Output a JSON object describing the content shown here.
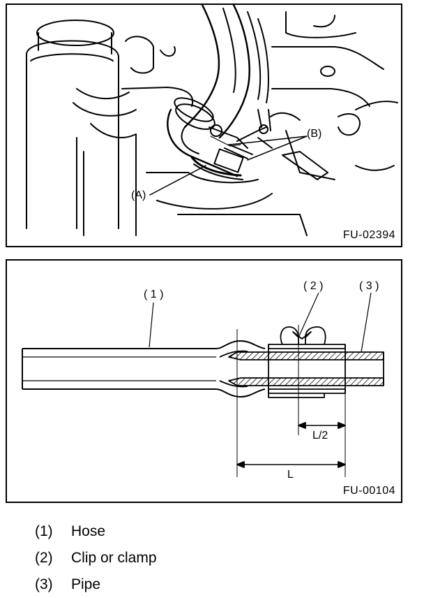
{
  "figure_top": {
    "code": "FU-02394",
    "label_a": "(A)",
    "label_b": "(B)"
  },
  "figure_bottom": {
    "code": "FU-00104",
    "callout_1": "( 1 )",
    "callout_2": "( 2 )",
    "callout_3": "( 3 )",
    "dim_half": "L/2",
    "dim_full": "L"
  },
  "legend": [
    {
      "num": "(1)",
      "text": "Hose"
    },
    {
      "num": "(2)",
      "text": "Clip or clamp"
    },
    {
      "num": "(3)",
      "text": "Pipe"
    }
  ]
}
